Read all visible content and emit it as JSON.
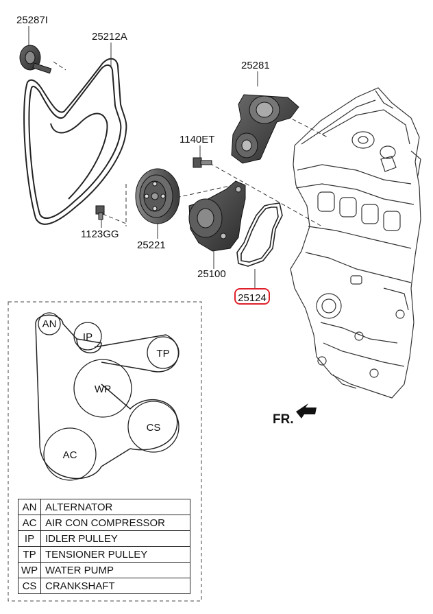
{
  "parts": {
    "idler_pulley": "25287I",
    "belt": "25212A",
    "tensioner": "25281",
    "bolt_top": "1140ET",
    "bolt_left": "1123GG",
    "water_pump_pulley": "25221",
    "water_pump": "25100",
    "gasket": "25124"
  },
  "highlight_color": "#e0202a",
  "front_label": "FR.",
  "belt_layout": {
    "pulleys": [
      "AN",
      "IP",
      "TP",
      "WP",
      "CS",
      "AC"
    ]
  },
  "legend": [
    {
      "code": "AN",
      "name": "ALTERNATOR"
    },
    {
      "code": "AC",
      "name": "AIR CON COMPRESSOR"
    },
    {
      "code": "IP",
      "name": "IDLER PULLEY"
    },
    {
      "code": "TP",
      "name": "TENSIONER PULLEY"
    },
    {
      "code": "WP",
      "name": "WATER PUMP"
    },
    {
      "code": "CS",
      "name": "CRANKSHAFT"
    }
  ]
}
